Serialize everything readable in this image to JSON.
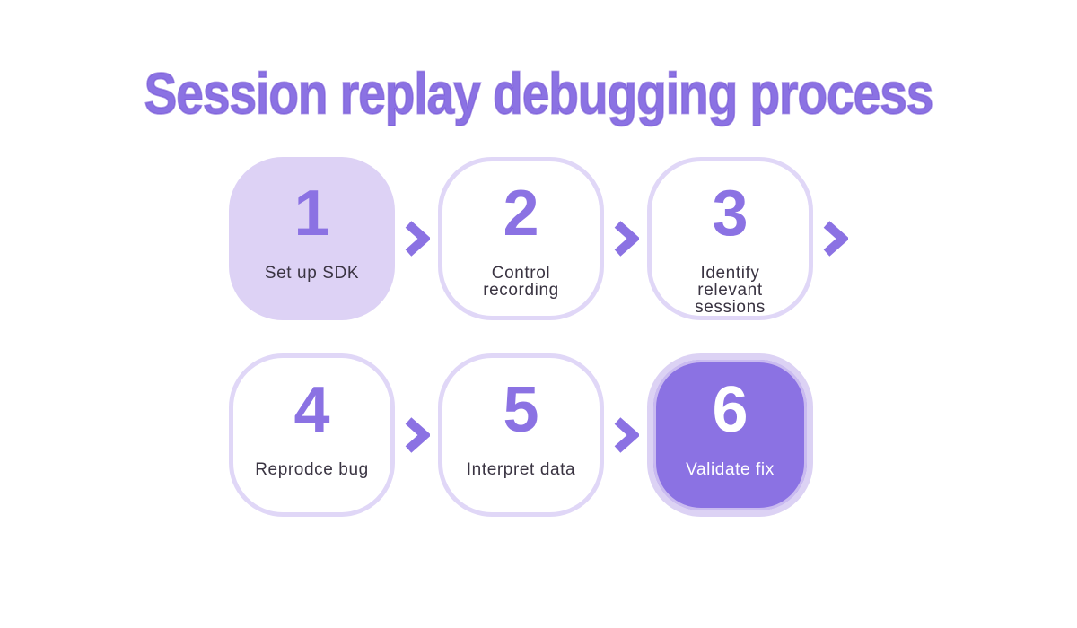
{
  "title": "Session replay debugging process",
  "colors": {
    "accent_purple": "#8b72e3",
    "title_stroke": "#7656d6",
    "lavender_fill": "#ddd2f5",
    "cell_border": "#e0d7f7",
    "solid_cell_border": "#dcd2f4",
    "label_text": "#3a3442",
    "background": "#ffffff"
  },
  "steps": [
    {
      "number": "1",
      "label": "Set up SDK",
      "style": "lavender"
    },
    {
      "number": "2",
      "label": "Control recording",
      "style": "outline"
    },
    {
      "number": "3",
      "label": "Identify relevant sessions",
      "style": "outline"
    },
    {
      "number": "4",
      "label": "Reprodce bug",
      "style": "outline"
    },
    {
      "number": "5",
      "label": "Interpret data",
      "style": "outline"
    },
    {
      "number": "6",
      "label": "Validate fix",
      "style": "solid"
    }
  ]
}
